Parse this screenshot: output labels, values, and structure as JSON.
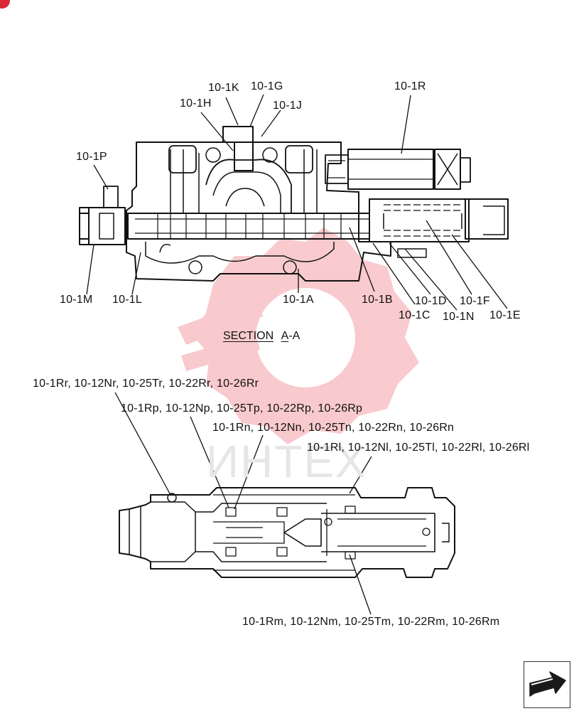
{
  "section_title": {
    "text": "SECTION",
    "ref_a": "A",
    "dash": "-",
    "ref_b": "A"
  },
  "watermark": {
    "text": "ИНТЕХ",
    "color": "#e8434f"
  },
  "upper_labels": {
    "p10_1K": "10-1K",
    "p10_1G": "10-1G",
    "p10_1H": "10-1H",
    "p10_1J": "10-1J",
    "p10_1R": "10-1R",
    "p10_1P": "10-1P",
    "p10_1M": "10-1M",
    "p10_1L": "10-1L",
    "p10_1A": "10-1A",
    "p10_1B": "10-1B",
    "p10_1D": "10-1D",
    "p10_1F": "10-1F",
    "p10_1C": "10-1C",
    "p10_1N": "10-1N",
    "p10_1E": "10-1E"
  },
  "lower_labels": {
    "r": "10-1Rr, 10-12Nr, 10-25Tr, 10-22Rr, 10-26Rr",
    "p": "10-1Rp, 10-12Np, 10-25Tp, 10-22Rp, 10-26Rp",
    "n": "10-1Rn, 10-12Nn, 10-25Tn, 10-22Rn, 10-26Rn",
    "l": "10-1Rl, 10-12Nl, 10-25Tl, 10-22Rl, 10-26Rl",
    "m": "10-1Rm, 10-12Nm, 10-25Tm, 10-22Rm, 10-26Rm"
  },
  "icons": {
    "nav": "next-page-arrow-icon",
    "badge": "red-corner-badge-icon"
  }
}
